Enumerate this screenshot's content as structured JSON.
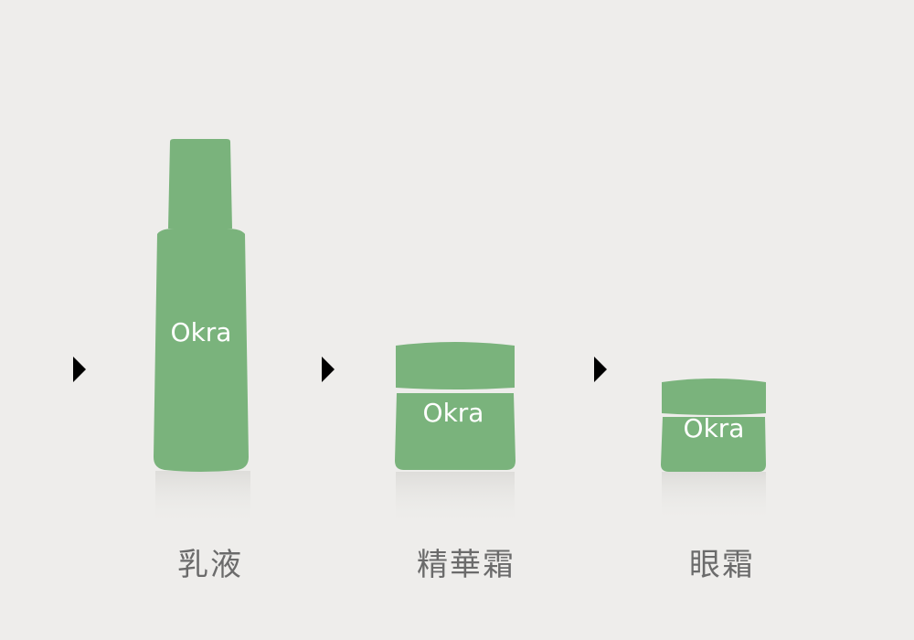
{
  "colors": {
    "background": "#eeedeb",
    "product": "#7ab37c",
    "arrow": "#000000",
    "caption": "#6b6b6b"
  },
  "products": [
    {
      "brand": "Okra",
      "name": "乳液",
      "shape": "bottle"
    },
    {
      "brand": "Okra",
      "name": "精華霜",
      "shape": "jar-large"
    },
    {
      "brand": "Okra",
      "name": "眼霜",
      "shape": "jar-small"
    }
  ],
  "arrows": [
    {
      "icon": "triangle-right-icon"
    },
    {
      "icon": "triangle-right-icon"
    },
    {
      "icon": "triangle-right-icon"
    }
  ]
}
